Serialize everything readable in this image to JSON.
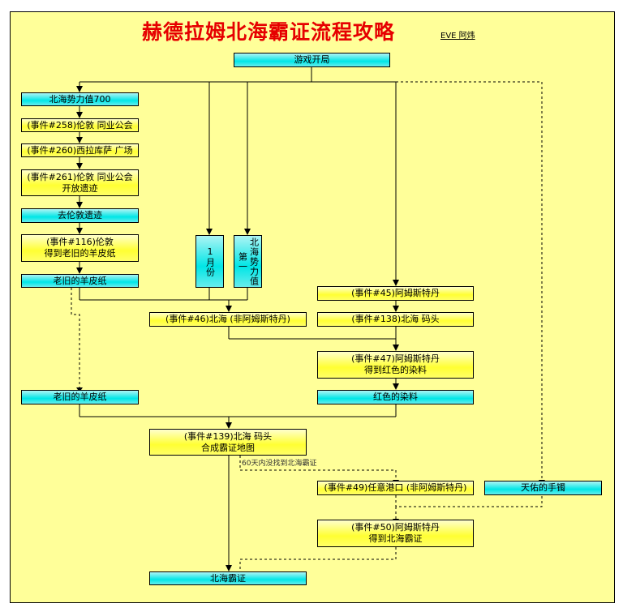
{
  "title": "赫德拉姆北海霸证流程攻略",
  "author": "EVE 阿炜",
  "note": "60天内没找到北海霸证",
  "colors": {
    "background": "#FFFF99",
    "title": "#E60000",
    "cyan": "#00E6E6",
    "yellow": "#FFFF33"
  },
  "nodes": {
    "start": "游戏开局",
    "n700": "北海势力值700",
    "e258": "(事件#258)伦敦  同业公会",
    "e260": "(事件#260)西拉库萨  广场",
    "e261": "(事件#261)伦敦  同业公会\n开放遗迹",
    "go_ruins": "去伦敦遗迹",
    "e116": "(事件#116)伦敦\n得到老旧的羊皮纸",
    "parchment1": "老旧的羊皮纸",
    "month1": "1月份",
    "power_first": "北海势力值第一",
    "e45": "(事件#45)阿姆斯特丹",
    "e46": "(事件#46)北海  (非阿姆斯特丹)",
    "e138": "(事件#138)北海  码头",
    "e47": "(事件#47)阿姆斯特丹\n得到红色的染料",
    "parchment2": "老旧的羊皮纸",
    "red_dye": "红色的染料",
    "e139": "(事件#139)北海  码头\n合成霸证地图",
    "e49": "(事件#49)任意港口 (非阿姆斯特丹)",
    "bracelet": "天佑的手镯",
    "e50": "(事件#50)阿姆斯特丹\n得到北海霸证",
    "final": "北海霸证"
  }
}
